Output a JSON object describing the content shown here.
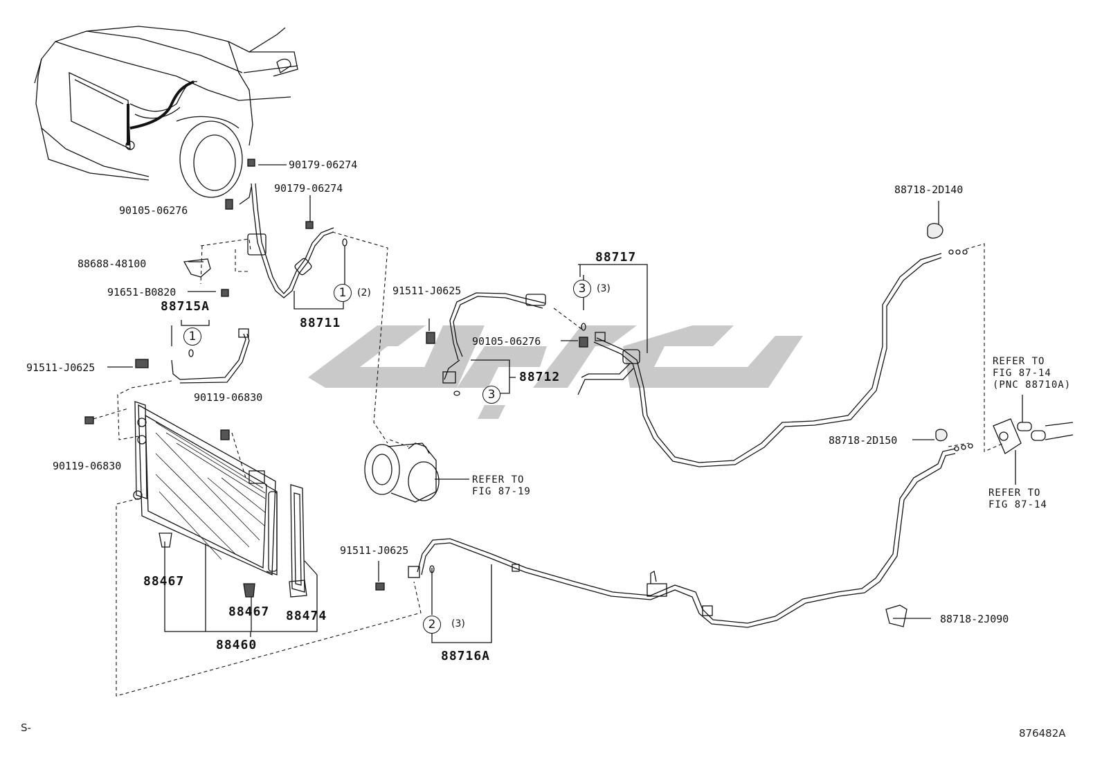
{
  "part_labels": {
    "p90179_06274_a": "90179-06274",
    "p90179_06274_b": "90179-06274",
    "p90105_06276_a": "90105-06276",
    "p88688_48100": "88688-48100",
    "p91651_b0820": "91651-B0820",
    "p88715a": "88715A",
    "p88711": "88711",
    "p91511_j0625_a": "91511-J0625",
    "p91511_j0625_b": "91511-J0625",
    "p91511_j0625_c": "91511-J0625",
    "p90119_06830_a": "90119-06830",
    "p90119_06830_b": "90119-06830",
    "p88717": "88717",
    "p90105_06276_b": "90105-06276",
    "p88712": "88712",
    "p88718_2d140": "88718-2D140",
    "p88718_2d150": "88718-2D150",
    "p88718_2j090": "88718-2J090",
    "p88467_a": "88467",
    "p88467_b": "88467",
    "p88474": "88474",
    "p88460": "88460",
    "p88716a": "88716A"
  },
  "callouts": {
    "c1a": "1",
    "c1a_qty": "(2)",
    "c1b": "1",
    "c3a": "3",
    "c3a_qty": "(3)",
    "c3b": "3",
    "c2": "2",
    "c2_qty": "(3)"
  },
  "refer_notes": {
    "compressor": "REFER TO\nFIG 87-19",
    "upper_right": "REFER TO\nFIG 87-14\n(PNC 88710A)",
    "lower_right": "REFER TO\nFIG 87-14"
  },
  "corner_left": "S-",
  "corner_right": "876482A",
  "colors": {
    "line": "#111111",
    "watermark": "#c8c8c8"
  }
}
